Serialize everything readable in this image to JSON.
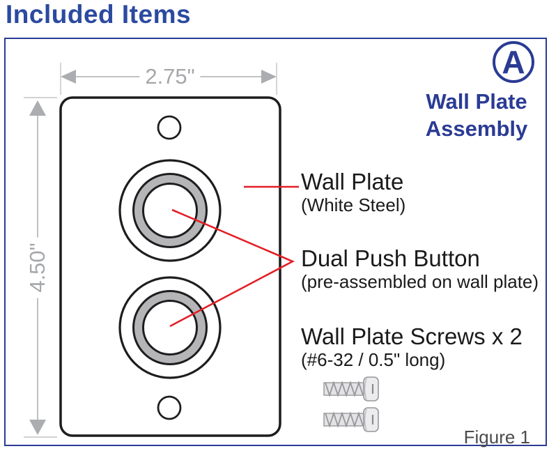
{
  "page": {
    "title": "Included Items"
  },
  "figure": {
    "caption": "Figure 1",
    "badge": {
      "letter": "A",
      "label_line1": "Wall Plate",
      "label_line2": "Assembly"
    },
    "dimensions": {
      "width": "2.75\"",
      "height": "4.50\""
    },
    "callouts": [
      {
        "label": "Wall Plate",
        "sublabel": "(White Steel)"
      },
      {
        "label": "Dual Push Button",
        "sublabel": "(pre-assembled on wall plate)"
      },
      {
        "label": "Wall Plate Screws x 2",
        "sublabel": "(#6-32 / 0.5\" long)"
      }
    ],
    "colors": {
      "title_blue": "#2B4AA0",
      "navy": "#2A3B94",
      "leader_red": "#E31E26",
      "dimension_gray": "#A5A7AA",
      "button_ring_gray": "#B5B5B7",
      "line_black": "#1D1D1F"
    }
  }
}
